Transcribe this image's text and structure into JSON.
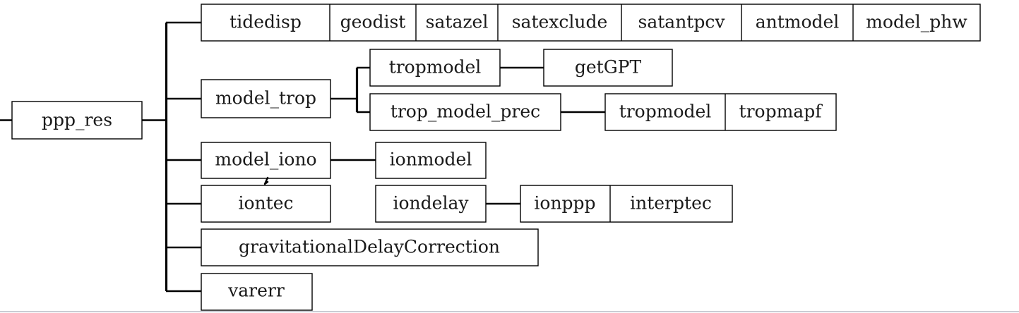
{
  "diagram": {
    "kind": "call-graph",
    "title": "ppp_res",
    "background_color": "#ffffff",
    "line_color": "#000000",
    "text_color": "#1a1a1a",
    "box_fill": "#ffffff",
    "rule_color": "#c9cdd4",
    "nodes": {
      "root": "ppp_res",
      "tidedisp": "tidedisp",
      "geodist": "geodist",
      "satazel": "satazel",
      "satexclude": "satexclude",
      "satantpcv": "satantpcv",
      "antmodel": "antmodel",
      "model_phw": "model_phw",
      "model_trop": "model_trop",
      "tropmodel": "tropmodel",
      "getGPT": "getGPT",
      "trop_model_prec": "trop_model_prec",
      "tropmodel2": "tropmodel",
      "tropmapf": "tropmapf",
      "model_iono": "model_iono",
      "ionmodel": "ionmodel",
      "iontec": "iontec",
      "iondelay": "iondelay",
      "ionppp": "ionppp",
      "interptec": "interptec",
      "gravitationalDelayCorrection": "gravitationalDelayCorrection",
      "varerr": "varerr"
    },
    "branches": [
      "tidedisp",
      "model_trop",
      "model_iono",
      "iontec",
      "gravitationalDelayCorrection",
      "varerr"
    ]
  }
}
